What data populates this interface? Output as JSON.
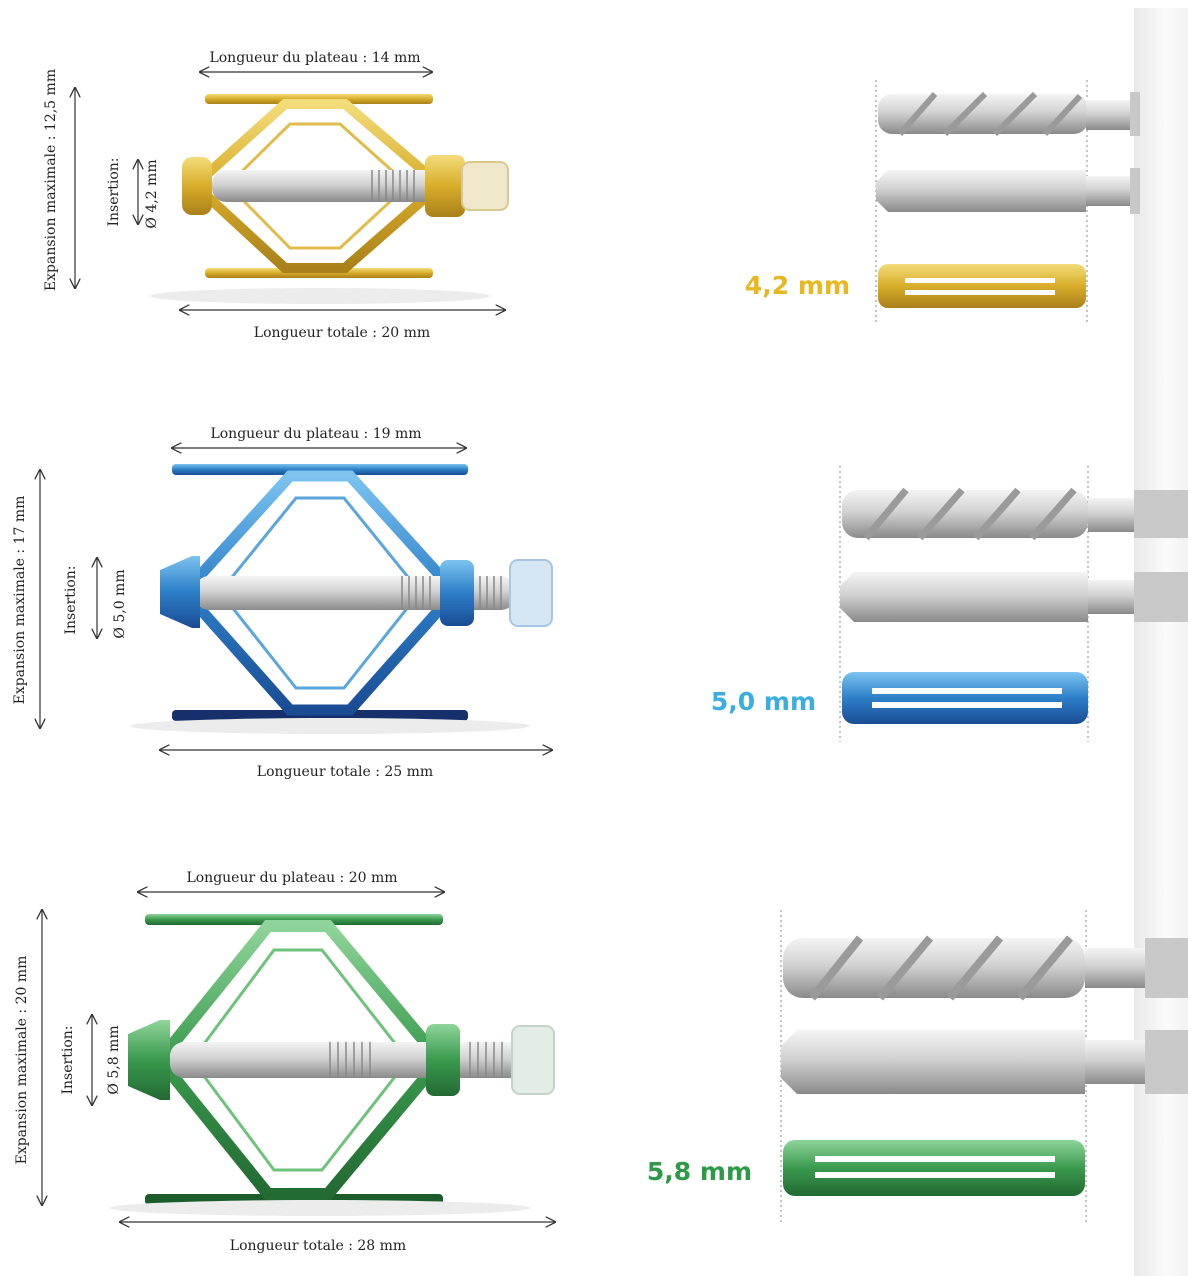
{
  "implants": [
    {
      "size_label": "4,2 mm",
      "color": "#e8b820",
      "plateau_label": "Longueur du plateau :  14 mm",
      "expansion_label": "Expansion maximale :  12,5 mm",
      "insertion_title": "Insertion:",
      "insertion_value": "Ø 4,2 mm",
      "total_label": "Longueur totale :  20 mm"
    },
    {
      "size_label": "5,0 mm",
      "color": "#3aaee0",
      "plateau_label": "Longueur du plateau :  19 mm",
      "expansion_label": "Expansion maximale :  17 mm",
      "insertion_title": "Insertion:",
      "insertion_value": "Ø 5,0 mm",
      "total_label": "Longueur totale :  25 mm"
    },
    {
      "size_label": "5,8 mm",
      "color": "#2e9a48",
      "plateau_label": "Longueur du plateau :  20 mm",
      "expansion_label": "Expansion maximale :  20 mm",
      "insertion_title": "Insertion:",
      "insertion_value": "Ø 5,8 mm",
      "total_label": "Longueur totale :  28 mm"
    }
  ]
}
